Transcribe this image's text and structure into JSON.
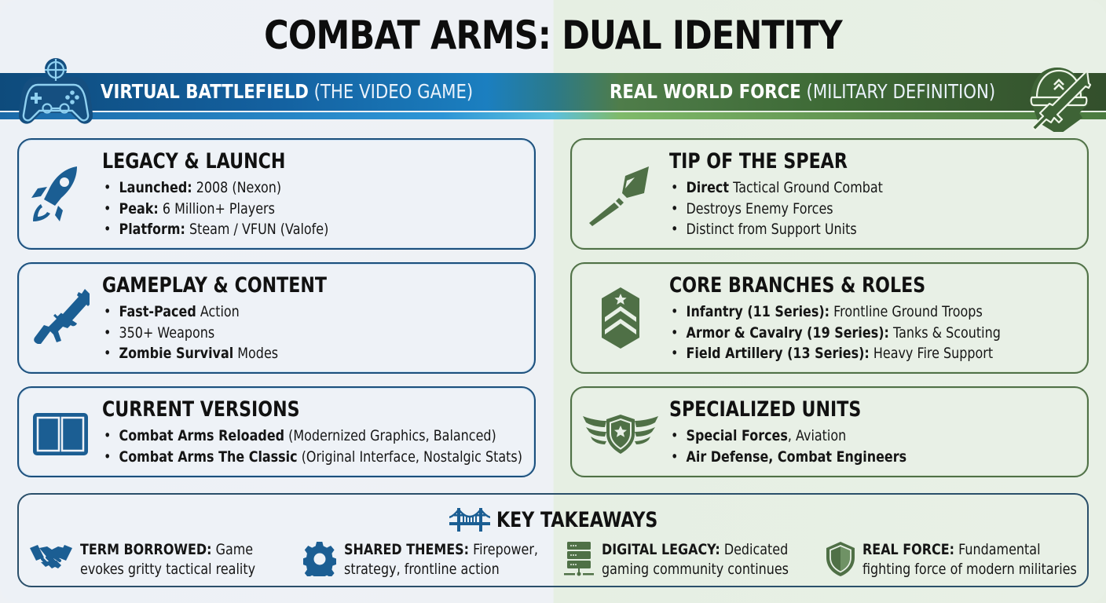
{
  "title": "COMBAT ARMS: DUAL IDENTITY",
  "colors": {
    "blue_accent": "#1b5e93",
    "green_accent": "#4f7046",
    "blue_bg": "#eef2f7",
    "green_bg": "#e8f0e6"
  },
  "left_banner": {
    "bold": "VIRTUAL BATTLEFIELD",
    "light": "(THE VIDEO GAME)",
    "icon": "gamepad-crosshair-icon"
  },
  "right_banner": {
    "bold": "REAL WORLD FORCE",
    "light": "(MILITARY DEFINITION)",
    "icon": "helmet-rifle-icon"
  },
  "left_cards": [
    {
      "title": "LEGACY & LAUNCH",
      "icon": "rocket-icon",
      "items": [
        {
          "bold": "Launched:",
          "text": " 2008 (Nexon)"
        },
        {
          "bold": "Peak:",
          "text": " 6 Million+ Players"
        },
        {
          "bold": "Platform:",
          "text": " Steam / VFUN (Valofe)"
        }
      ]
    },
    {
      "title": "GAMEPLAY & CONTENT",
      "icon": "rifle-icon",
      "items": [
        {
          "bold": "Fast-Paced",
          "text": " Action"
        },
        {
          "bold": "",
          "text": "350+ Weapons"
        },
        {
          "bold": "Zombie Survival",
          "text": " Modes"
        }
      ]
    },
    {
      "title": "CURRENT VERSIONS",
      "icon": "split-window-icon",
      "items": [
        {
          "bold": "Combat Arms Reloaded",
          "text": " (Modernized Graphics, Balanced)"
        },
        {
          "bold": "Combat Arms The Classic",
          "text": " (Original Interface, Nostalgic Stats)"
        }
      ]
    }
  ],
  "right_cards": [
    {
      "title": "TIP OF THE SPEAR",
      "icon": "spear-icon",
      "items": [
        {
          "bold": "Direct",
          "text": " Tactical Ground Combat"
        },
        {
          "bold": "",
          "text": "Destroys Enemy Forces"
        },
        {
          "bold": "",
          "text": "Distinct from Support Units"
        }
      ]
    },
    {
      "title": "CORE BRANCHES & ROLES",
      "icon": "rank-chevron-icon",
      "items": [
        {
          "bold": "Infantry (11 Series):",
          "text": " Frontline Ground Troops"
        },
        {
          "bold": "Armor & Cavalry (19 Series):",
          "text": " Tanks & Scouting"
        },
        {
          "bold": "Field Artillery (13 Series):",
          "text": " Heavy Fire Support"
        }
      ]
    },
    {
      "title": "SPECIALIZED UNITS",
      "icon": "winged-shield-icon",
      "items": [
        {
          "bold": "Special Forces",
          "text": ", Aviation"
        },
        {
          "bold": "Air Defense, Combat Engineers",
          "text": ""
        }
      ]
    }
  ],
  "takeaways": {
    "title": "KEY TAKEAWAYS",
    "icon": "bridge-icon",
    "items": [
      {
        "bold": "TERM BORROWED:",
        "text": " Game",
        "line2": "evokes gritty tactical reality",
        "icon": "handshake-icon"
      },
      {
        "bold": "SHARED THEMES:",
        "text": " Firepower,",
        "line2": "strategy, frontline action",
        "icon": "gear-icon"
      },
      {
        "bold": "DIGITAL LEGACY:",
        "text": " Dedicated",
        "line2": "gaming community continues",
        "icon": "server-icon"
      },
      {
        "bold": "REAL FORCE:",
        "text": " Fundamental",
        "line2": "fighting force of modern militaries",
        "icon": "shield-icon"
      }
    ]
  }
}
